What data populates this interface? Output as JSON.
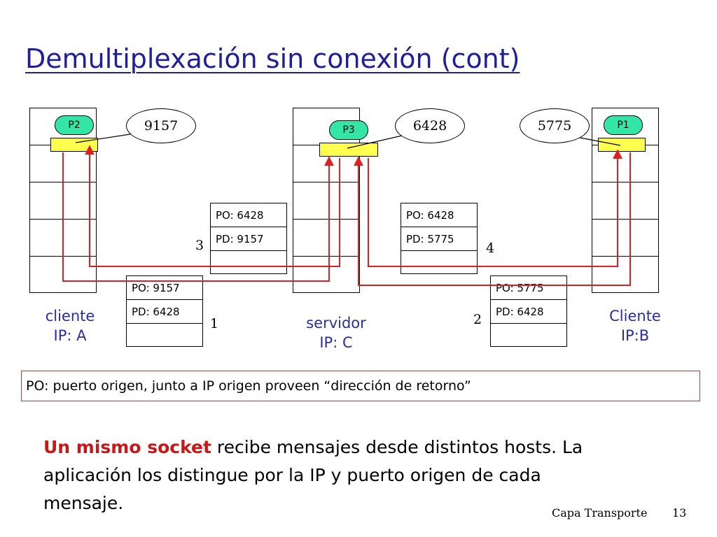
{
  "title": "Demultiplexación sin conexión (cont)",
  "processes": {
    "p2": "P2",
    "p3": "P3",
    "p1": "P1"
  },
  "ports": {
    "client_a": "9157",
    "server": "6428",
    "client_b": "5775"
  },
  "segments": {
    "seg1": {
      "po": "PO: 9157",
      "pd": "PD: 6428",
      "number": "1"
    },
    "seg2": {
      "po": "PO: 5775",
      "pd": "PD: 6428",
      "number": "2"
    },
    "seg3": {
      "po": "PO: 6428",
      "pd": "PD: 9157",
      "number": "3"
    },
    "seg4": {
      "po": "PO: 6428",
      "pd": "PD: 5775",
      "number": "4"
    }
  },
  "hosts": {
    "client_a": {
      "name": "cliente",
      "ip": "IP: A"
    },
    "server": {
      "name": "servidor",
      "ip": "IP: C"
    },
    "client_b": {
      "name": "Cliente",
      "ip": "IP:B"
    }
  },
  "note": "PO: puerto origen, junto a IP origen proveen “dirección de retorno”",
  "body": {
    "emphasis": "Un mismo socket",
    "rest": " recibe mensajes desde distintos hosts. La aplicación los distingue por la IP y puerto origen de cada mensaje."
  },
  "footer": {
    "section": "Capa Transporte",
    "page": "13"
  },
  "colors": {
    "title": "#1f1f9c",
    "flow_line": "#e02020",
    "socket": "#ffff4f",
    "process": "#34e5a8",
    "emphasis": "#c81818",
    "host_label": "#2b2ba8"
  }
}
